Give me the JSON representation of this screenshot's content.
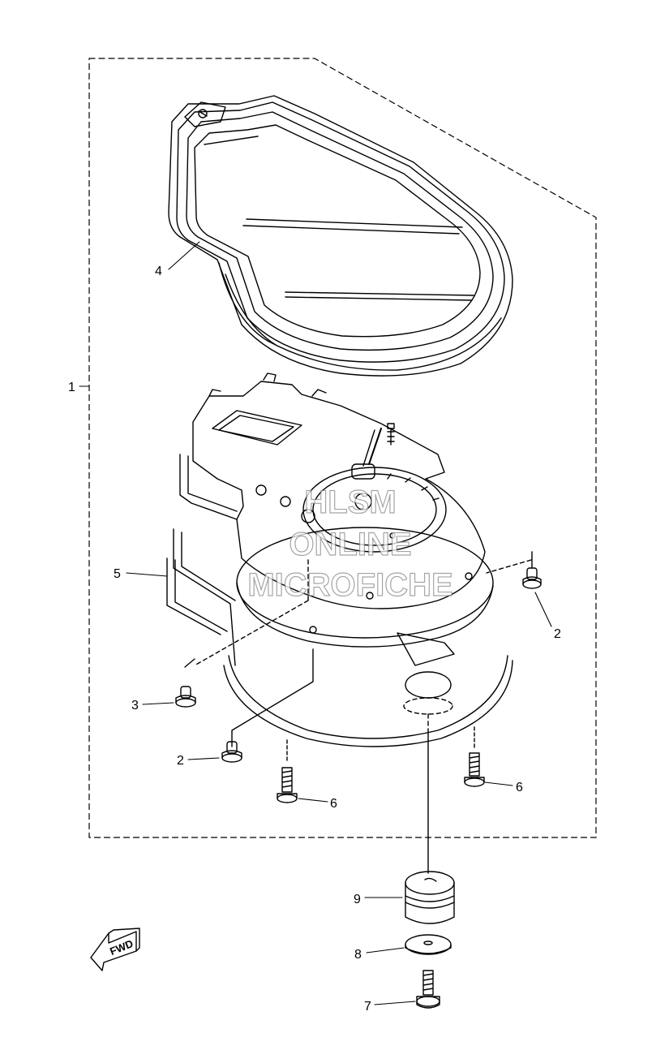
{
  "callouts": {
    "c1": "1",
    "c2a": "2",
    "c2b": "2",
    "c3": "3",
    "c4": "4",
    "c5": "5",
    "c6a": "6",
    "c6b": "6",
    "c7": "7",
    "c8": "8",
    "c9": "9"
  },
  "watermark": {
    "line1": "HLSM",
    "line2": "ONLINE",
    "line3": "MICROFICHE"
  },
  "direction_arrow": {
    "label": "FWD"
  }
}
